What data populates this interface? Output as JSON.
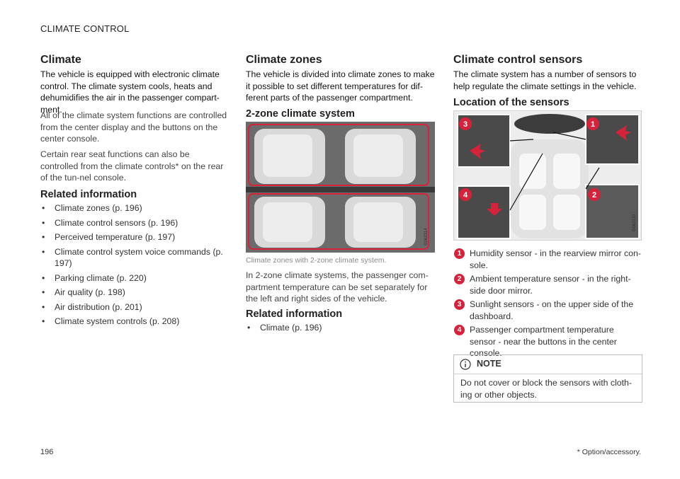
{
  "header": {
    "section": "CLIMATE CONTROL"
  },
  "col1": {
    "title": "Climate",
    "lead": "The vehicle is equipped with electronic climate control. The climate system cools, heats and dehumidifies the air in the passenger compart-ment.",
    "p1": "All of the climate system functions are controlled from the center display and the buttons on the center console.",
    "p2": "Certain rear seat functions can also be controlled from the climate controls* on the rear of the tun-nel console.",
    "related_title": "Related information",
    "related": [
      "Climate zones (p. 196)",
      "Climate control sensors (p. 196)",
      "Perceived temperature (p. 197)",
      "Climate control system voice commands (p. 197)",
      "Parking climate (p. 220)",
      "Air quality (p. 198)",
      "Air distribution (p. 201)",
      "Climate system controls (p. 208)"
    ]
  },
  "col2": {
    "title": "Climate zones",
    "lead": "The vehicle is divided into climate zones to make it possible to set different temperatures for dif-ferent parts of the passenger compartment.",
    "subtitle": "2-zone climate system",
    "image_code": "G062314",
    "caption": "Climate zones with 2-zone climate system.",
    "p1": "In 2-zone climate systems, the passenger com-partment temperature can be set separately for the left and right sides of the vehicle.",
    "related_title": "Related information",
    "related": [
      "Climate (p. 196)"
    ]
  },
  "col3": {
    "title": "Climate control sensors",
    "lead": "The climate system has a number of sensors to help regulate the climate settings in the vehicle.",
    "subtitle": "Location of the sensors",
    "image_code": "G062110",
    "callouts": [
      "3",
      "1",
      "4",
      "2"
    ],
    "sensors": [
      {
        "num": "1",
        "text": "Humidity sensor - in the rearview mirror con-sole."
      },
      {
        "num": "2",
        "text": "Ambient temperature sensor - in the right-side door mirror."
      },
      {
        "num": "3",
        "text": "Sunlight sensors - on the upper side of the dashboard."
      },
      {
        "num": "4",
        "text": "Passenger compartment temperature sensor - near the buttons in the center console."
      }
    ],
    "note_title": "NOTE",
    "note_text": "Do not cover or block the sensors with cloth-ing or other objects.",
    "accent": "#d6223a"
  },
  "footer": {
    "page": "196",
    "footnote": "* Option/accessory."
  }
}
